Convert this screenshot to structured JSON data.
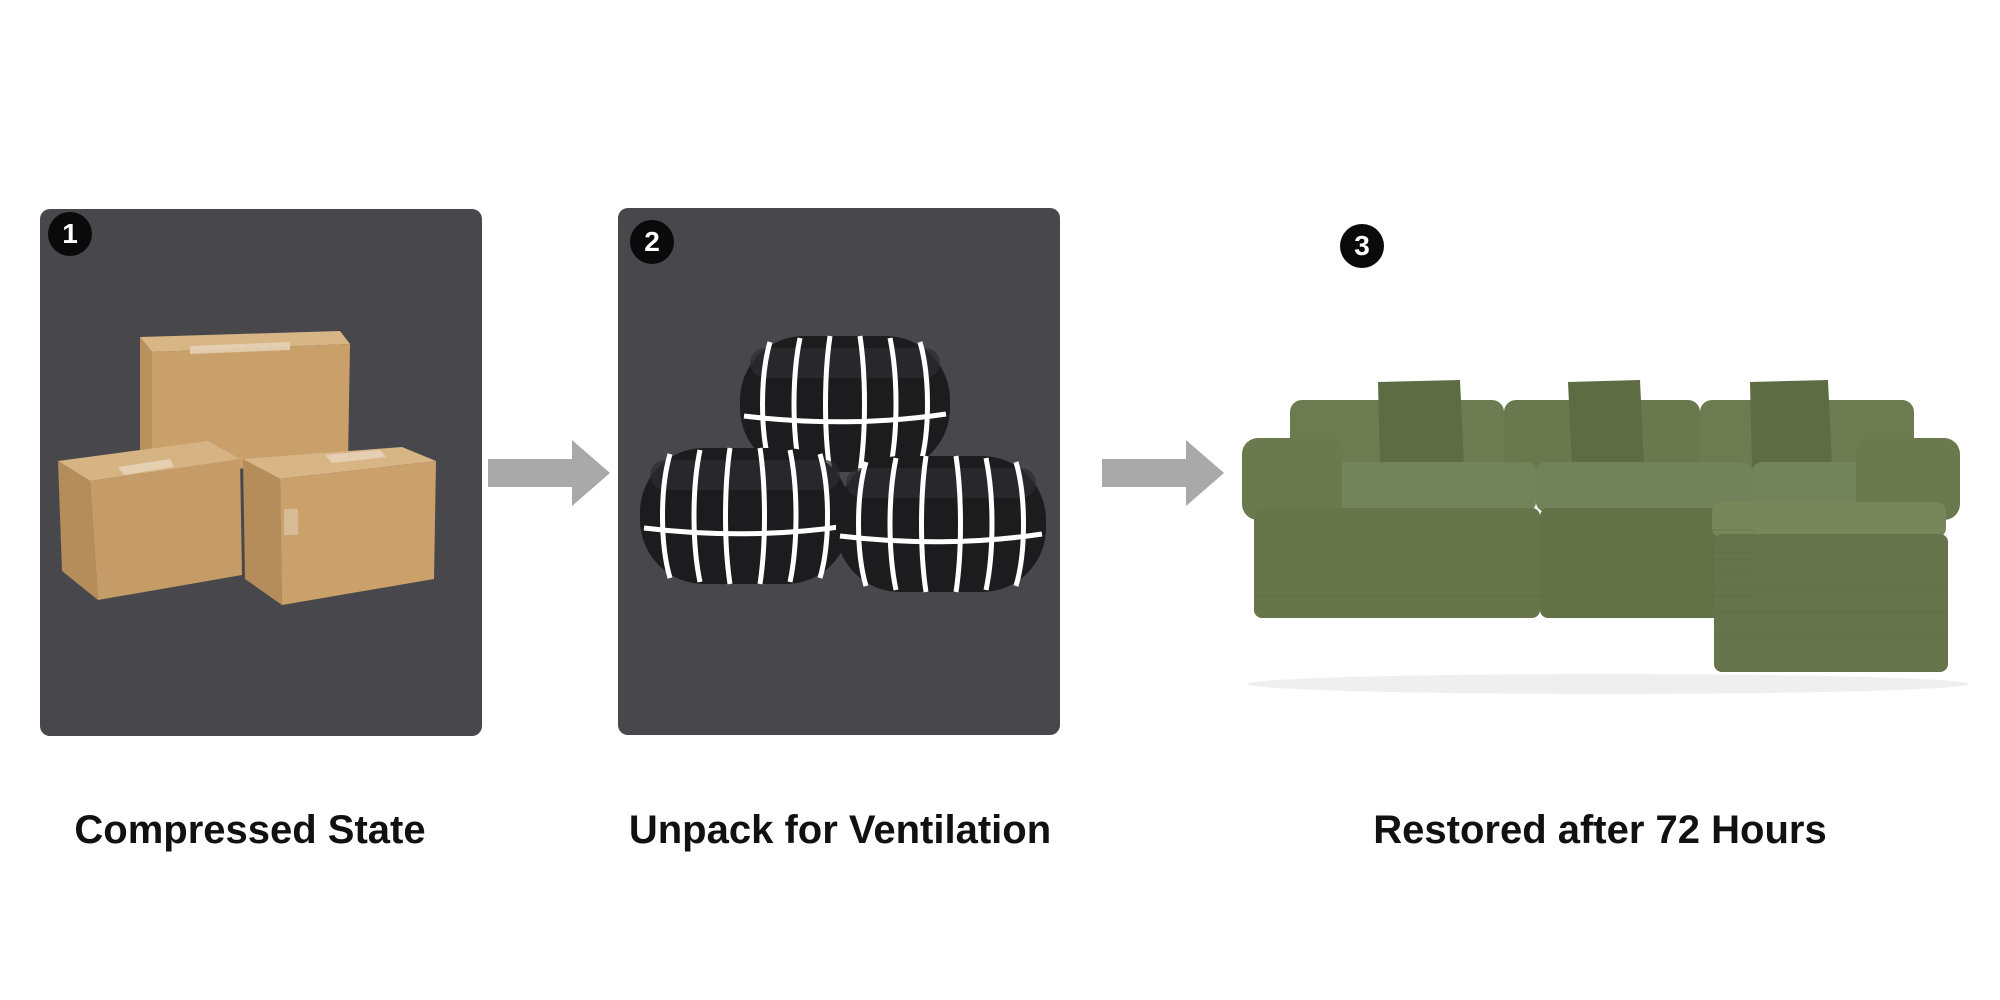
{
  "steps": [
    {
      "number": "1",
      "label": "Compressed State",
      "icon": "cardboard-boxes-icon"
    },
    {
      "number": "2",
      "label": "Unpack for Ventilation",
      "icon": "strapped-bundles-icon"
    },
    {
      "number": "3",
      "label": "Restored after 72 Hours",
      "icon": "sectional-sofa-icon"
    }
  ],
  "colors": {
    "panel": "#48484c",
    "cardboard": "#c99f6a",
    "bundle": "#1c1c1e",
    "strap": "#ffffff",
    "sofa": "#6b7a4e",
    "arrow": "#a9a9a9",
    "badge": "#0a0a0a"
  }
}
